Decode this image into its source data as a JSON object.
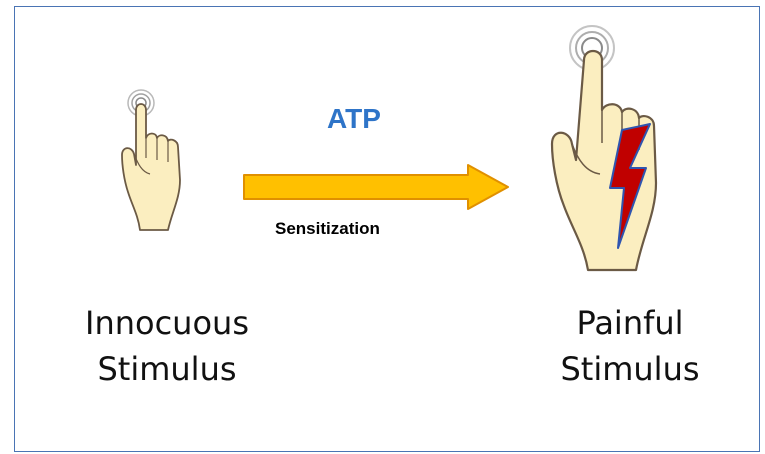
{
  "labels": {
    "mediator": "ATP",
    "process": "Sensitization",
    "left_caption_line1": "Innocuous",
    "left_caption_line2": "Stimulus",
    "right_caption_line1": "Painful",
    "right_caption_line2": "Stimulus"
  },
  "colors": {
    "border": "#4a74b4",
    "mediator_text": "#2e74c8",
    "arrow_fill": "#ffc000",
    "arrow_stroke": "#e09000",
    "skin": "#fbeec0",
    "skin_outline": "#6b5a45",
    "bolt_fill": "#c00000",
    "bolt_outline": "#2f55b0",
    "touch_ring": "#808080"
  },
  "icons": {
    "left_hand": "pointing-hand-icon",
    "right_hand": "pointing-hand-pain-icon",
    "arrow": "right-arrow-icon",
    "pain": "lightning-bolt-icon"
  }
}
